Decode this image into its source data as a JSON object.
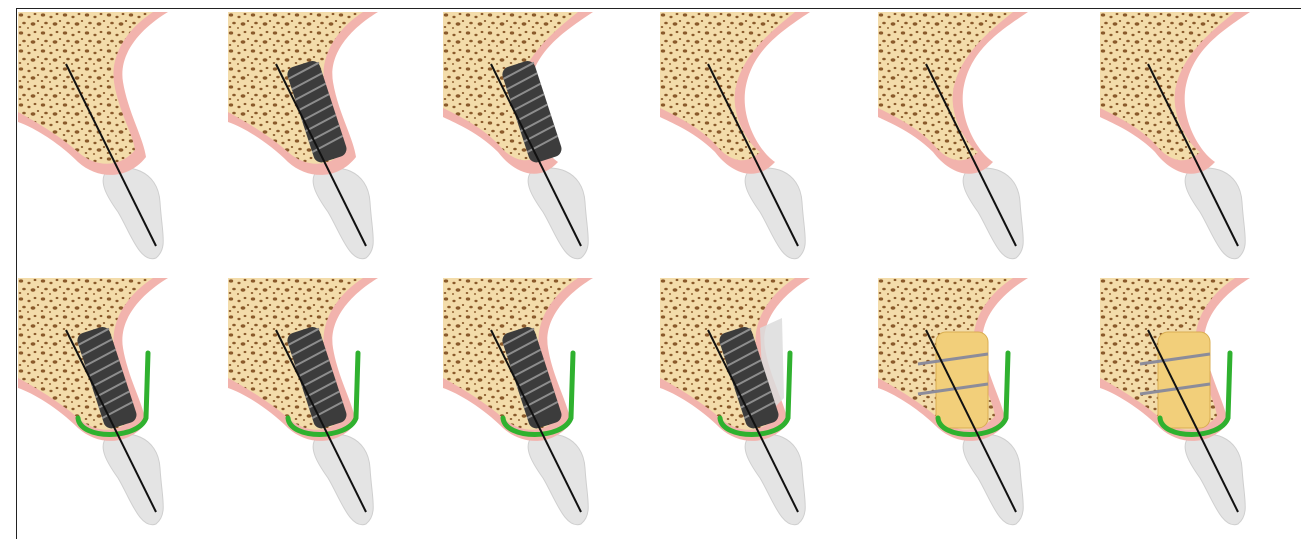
{
  "figure": {
    "panels": [
      {
        "row": 1,
        "col": 1,
        "implant": false,
        "membrane": false,
        "graft": false,
        "defect": "none"
      },
      {
        "row": 1,
        "col": 2,
        "implant": true,
        "membrane": false,
        "graft": false,
        "defect": "none"
      },
      {
        "row": 1,
        "col": 3,
        "implant": true,
        "membrane": false,
        "graft": false,
        "defect": "thin-buccal"
      },
      {
        "row": 1,
        "col": 4,
        "implant": false,
        "membrane": false,
        "graft": false,
        "defect": "thin-buccal"
      },
      {
        "row": 1,
        "col": 5,
        "implant": false,
        "membrane": false,
        "graft": false,
        "defect": "concave"
      },
      {
        "row": 1,
        "col": 6,
        "implant": false,
        "membrane": false,
        "graft": false,
        "defect": "concave"
      },
      {
        "row": 2,
        "col": 1,
        "implant": true,
        "membrane": true,
        "graft": false,
        "defect": "none"
      },
      {
        "row": 2,
        "col": 2,
        "implant": true,
        "membrane": true,
        "graft": false,
        "defect": "none"
      },
      {
        "row": 2,
        "col": 3,
        "implant": true,
        "membrane": true,
        "graft": false,
        "defect": "dehiscence"
      },
      {
        "row": 2,
        "col": 4,
        "implant": true,
        "membrane": true,
        "graft": true,
        "defect": "dehiscence"
      },
      {
        "row": 2,
        "col": 5,
        "implant": false,
        "membrane": true,
        "graft": true,
        "defect": "block-graft"
      },
      {
        "row": 2,
        "col": 6,
        "implant": false,
        "membrane": true,
        "graft": true,
        "defect": "block-graft"
      }
    ],
    "colors": {
      "bone": "#f3dcaa",
      "bone_pore": "#8a5a2b",
      "gingiva": "#f2b3ad",
      "implant": "#3c3c3c",
      "membrane": "#2fb12f",
      "block_graft": "#f2cf7a",
      "screw": "#8c8c9a",
      "tooth": "#e4e4e4",
      "axis_line": "#111111"
    }
  }
}
